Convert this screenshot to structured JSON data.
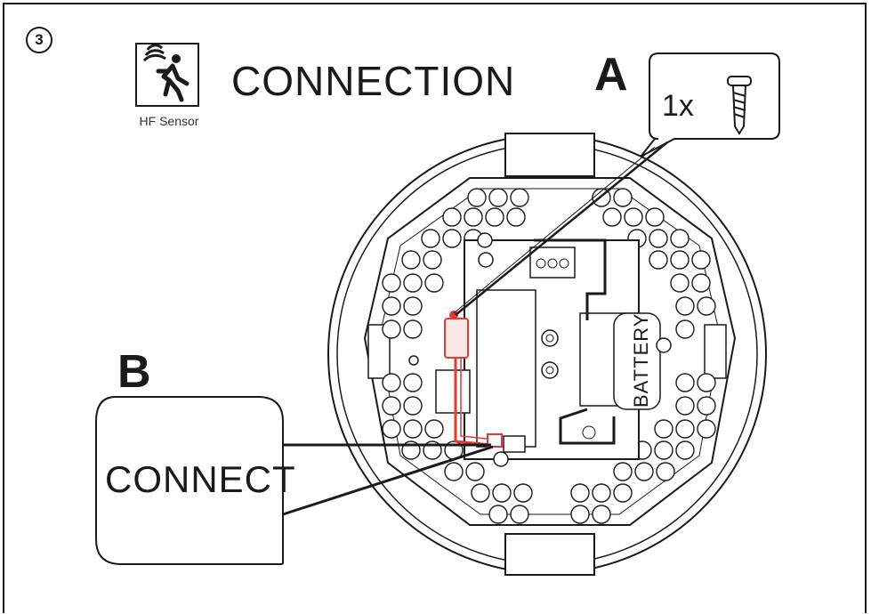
{
  "step": {
    "number": "3"
  },
  "header": {
    "title": "CONNECTION",
    "sensor_icon": "motion-sensor-icon",
    "sensor_caption": "HF Sensor"
  },
  "callout_a": {
    "letter": "A",
    "quantity": "1x",
    "part_icon": "screw-icon"
  },
  "callout_b": {
    "letter": "B",
    "text": "CONNECT"
  },
  "device": {
    "battery_label": "BATTERY"
  },
  "colors": {
    "line": "#1a1a1a",
    "highlight": "#e53935",
    "background": "#ffffff"
  }
}
